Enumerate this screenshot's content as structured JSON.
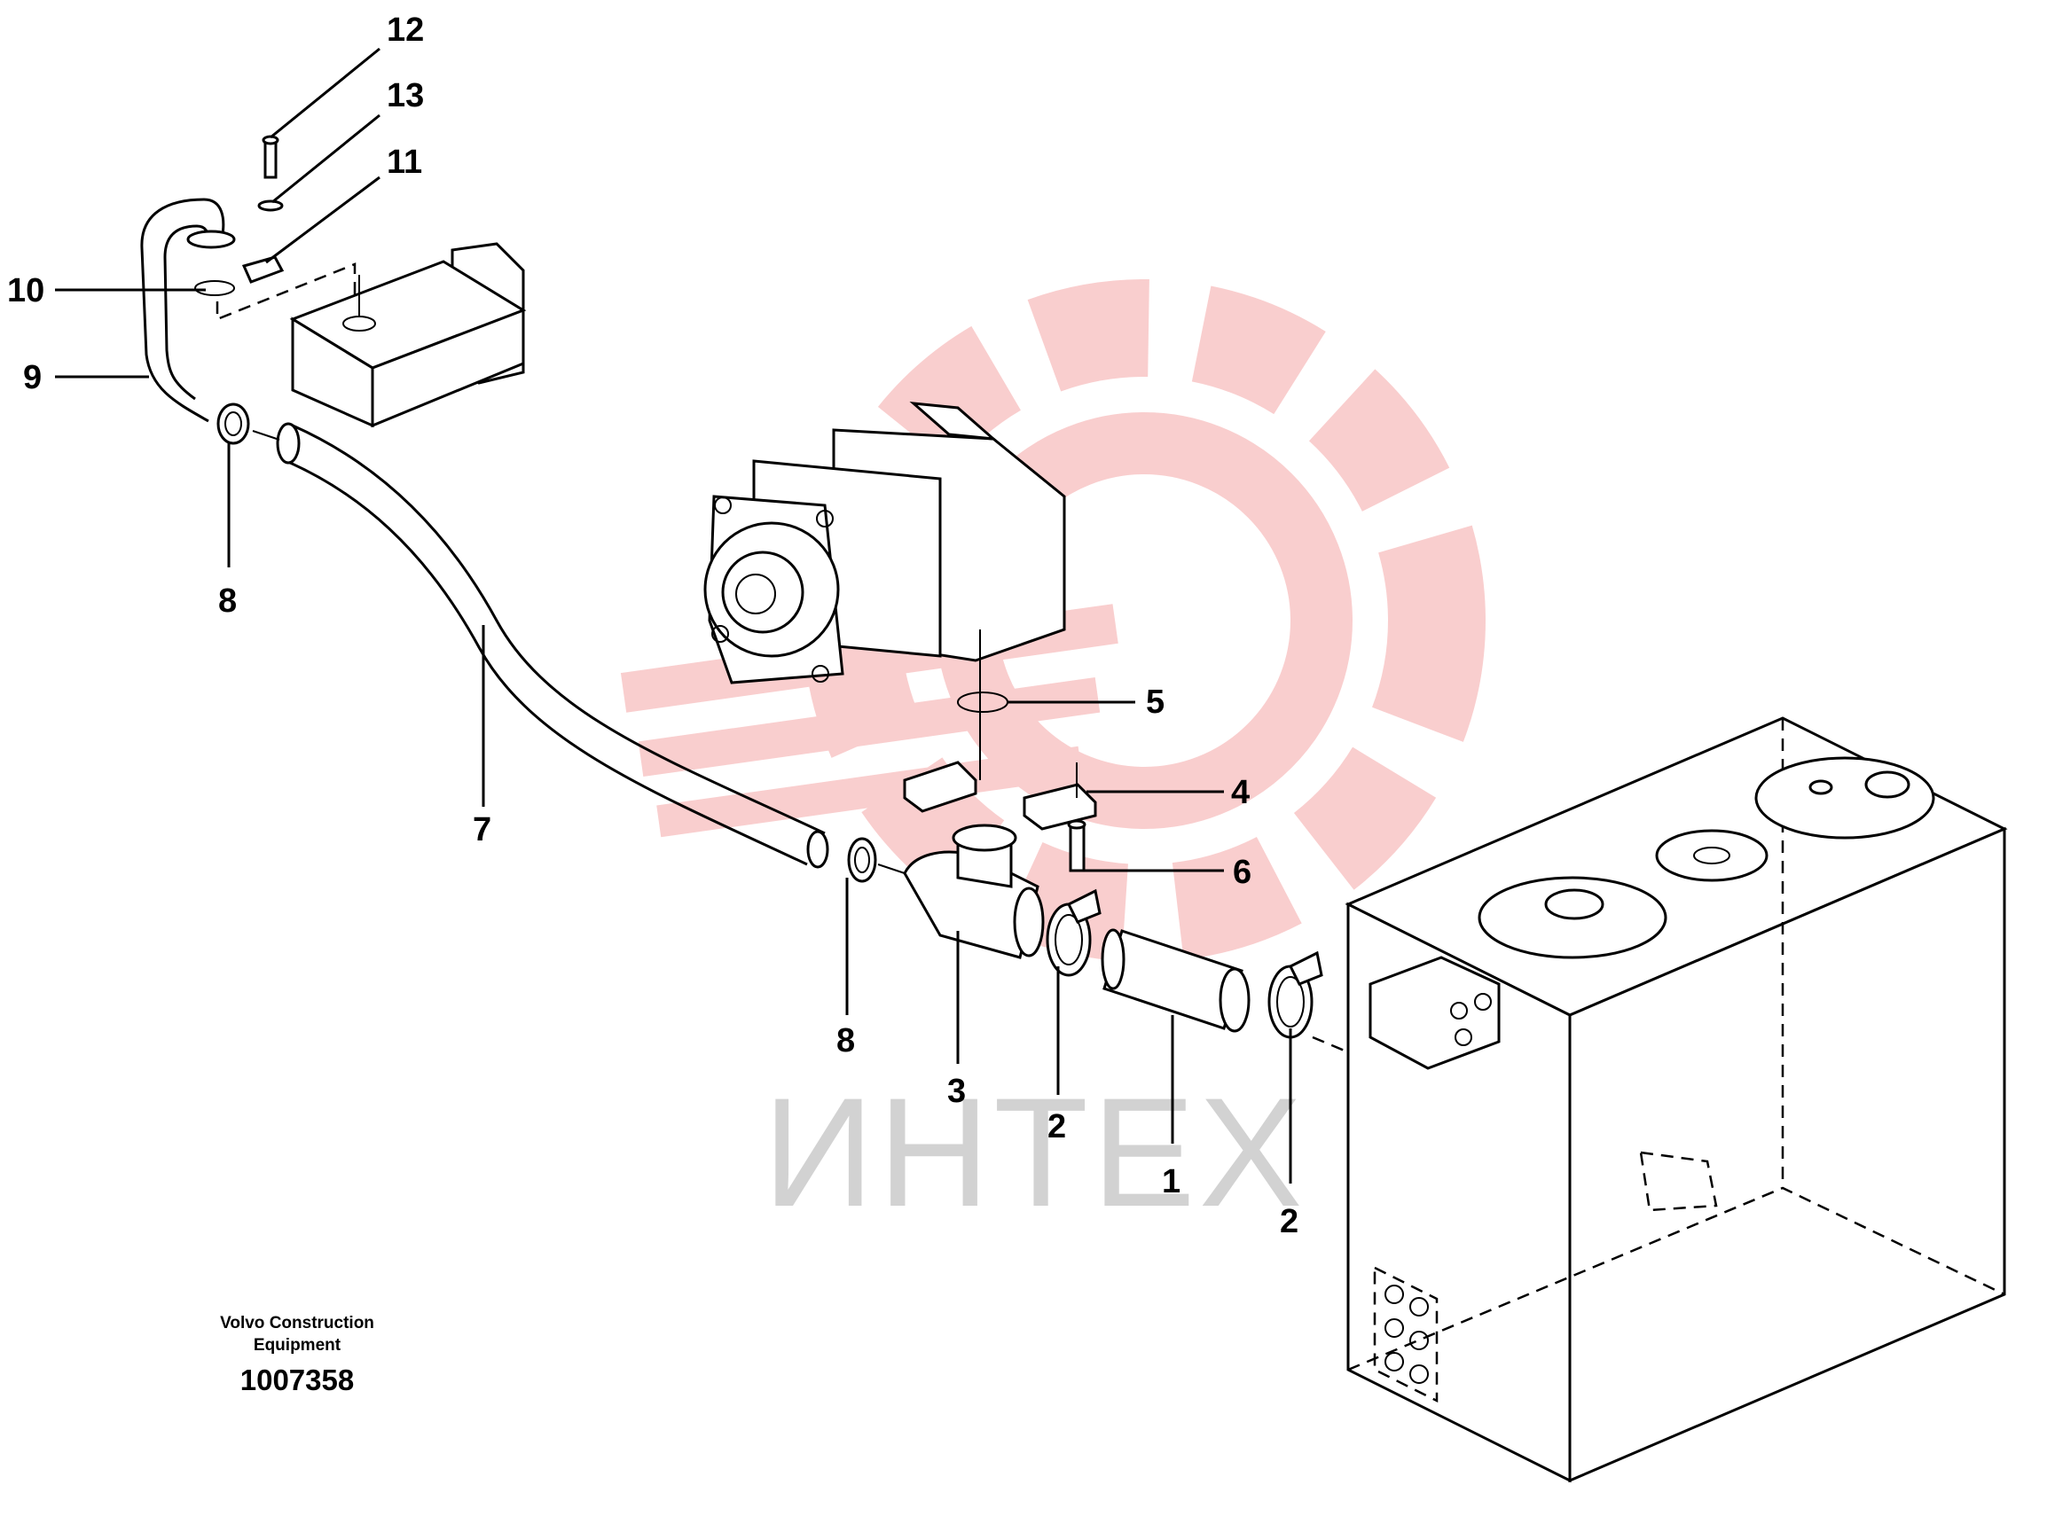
{
  "watermark": {
    "text": "ИНТЕХ",
    "color": "#f7c9c9"
  },
  "callouts": [
    {
      "id": "c12",
      "label": "12"
    },
    {
      "id": "c13",
      "label": "13"
    },
    {
      "id": "c11",
      "label": "11"
    },
    {
      "id": "c10",
      "label": "10"
    },
    {
      "id": "c9",
      "label": "9"
    },
    {
      "id": "c8a",
      "label": "8"
    },
    {
      "id": "c7",
      "label": "7"
    },
    {
      "id": "c5",
      "label": "5"
    },
    {
      "id": "c4",
      "label": "4"
    },
    {
      "id": "c6",
      "label": "6"
    },
    {
      "id": "c8b",
      "label": "8"
    },
    {
      "id": "c3",
      "label": "3"
    },
    {
      "id": "c2a",
      "label": "2"
    },
    {
      "id": "c1",
      "label": "1"
    },
    {
      "id": "c2b",
      "label": "2"
    }
  ],
  "caption": {
    "maker_line1": "Volvo Construction",
    "maker_line2": "Equipment",
    "drawing_number": "1007358"
  }
}
